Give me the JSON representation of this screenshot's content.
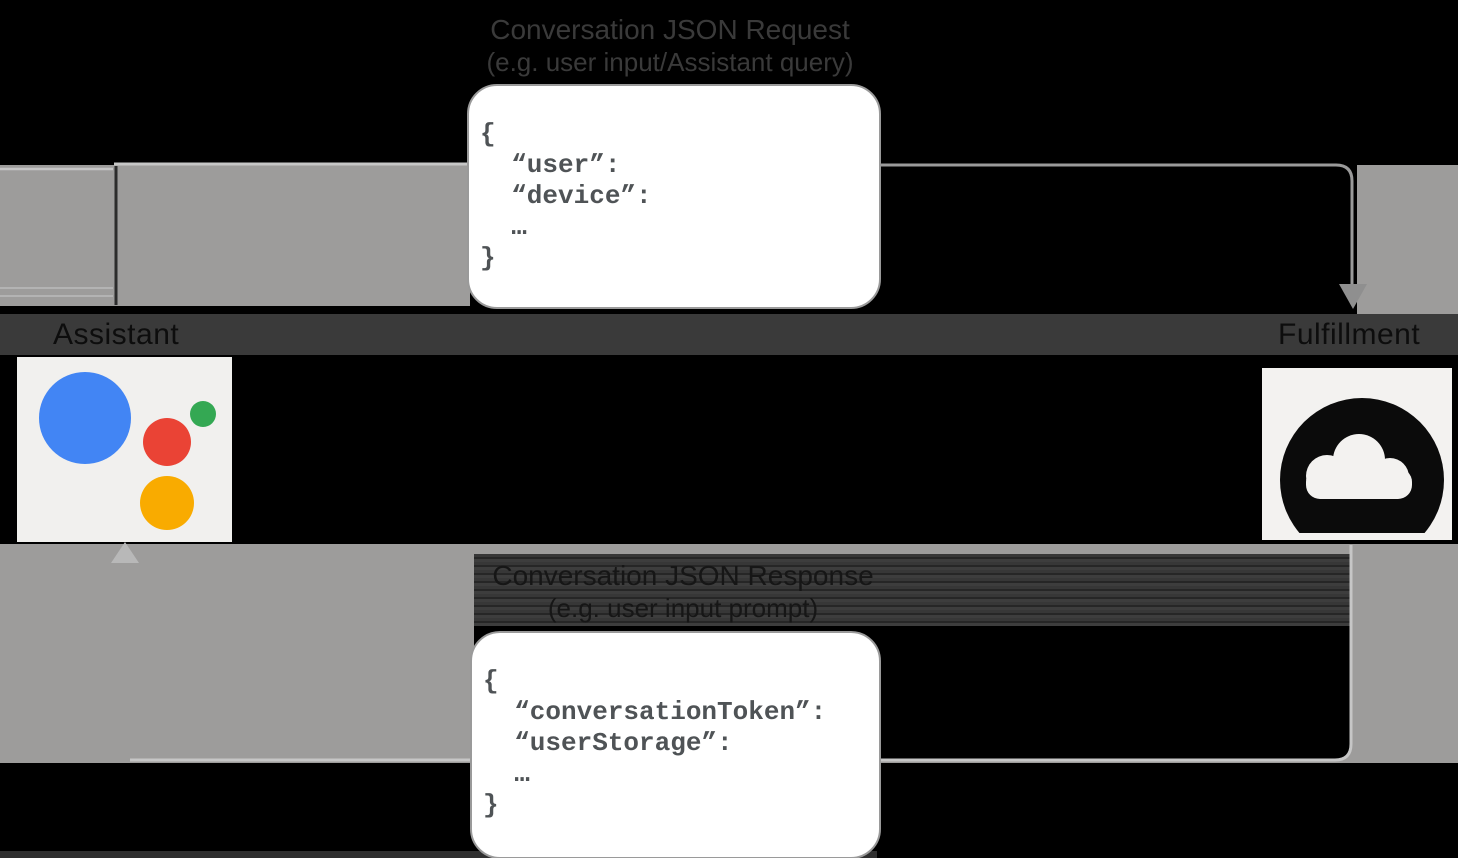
{
  "diagram": {
    "request": {
      "title": "Conversation JSON Request",
      "subtitle": "(e.g. user input/Assistant query)",
      "code": "{\n  “user”:\n  “device”:\n  …\n}",
      "direction": "assistant-to-fulfillment"
    },
    "response": {
      "title": "Conversation JSON Response",
      "subtitle": "(e.g. user input prompt)",
      "code": "{\n  “conversationToken”:\n  “userStorage”:\n  …\n}",
      "direction": "fulfillment-to-assistant"
    },
    "nodes": {
      "left": {
        "label": "Assistant",
        "icon": "google-assistant-logo"
      },
      "right": {
        "label": "Fulfillment",
        "icon": "cloud-icon"
      }
    },
    "colors": {
      "background": "#000000",
      "flow_band_gray": "#9d9c9b",
      "label_band_gray": "#3a3a3a",
      "label_text": "#0d0d0d",
      "title_text_top": "#3a3a3a",
      "title_text_bottom": "#161616",
      "json_box_bg": "#ffffff",
      "json_box_border": "#9a9a9a",
      "json_text": "#4f5356",
      "arrow_gray": "#9a9a9a",
      "arrow_light": "#c6c6c6",
      "assistant_blue": "#4285f4",
      "assistant_red": "#ea4335",
      "assistant_green": "#34a853",
      "assistant_yellow": "#f9ab00",
      "cloud_icon_black": "#0b0b0b"
    }
  }
}
